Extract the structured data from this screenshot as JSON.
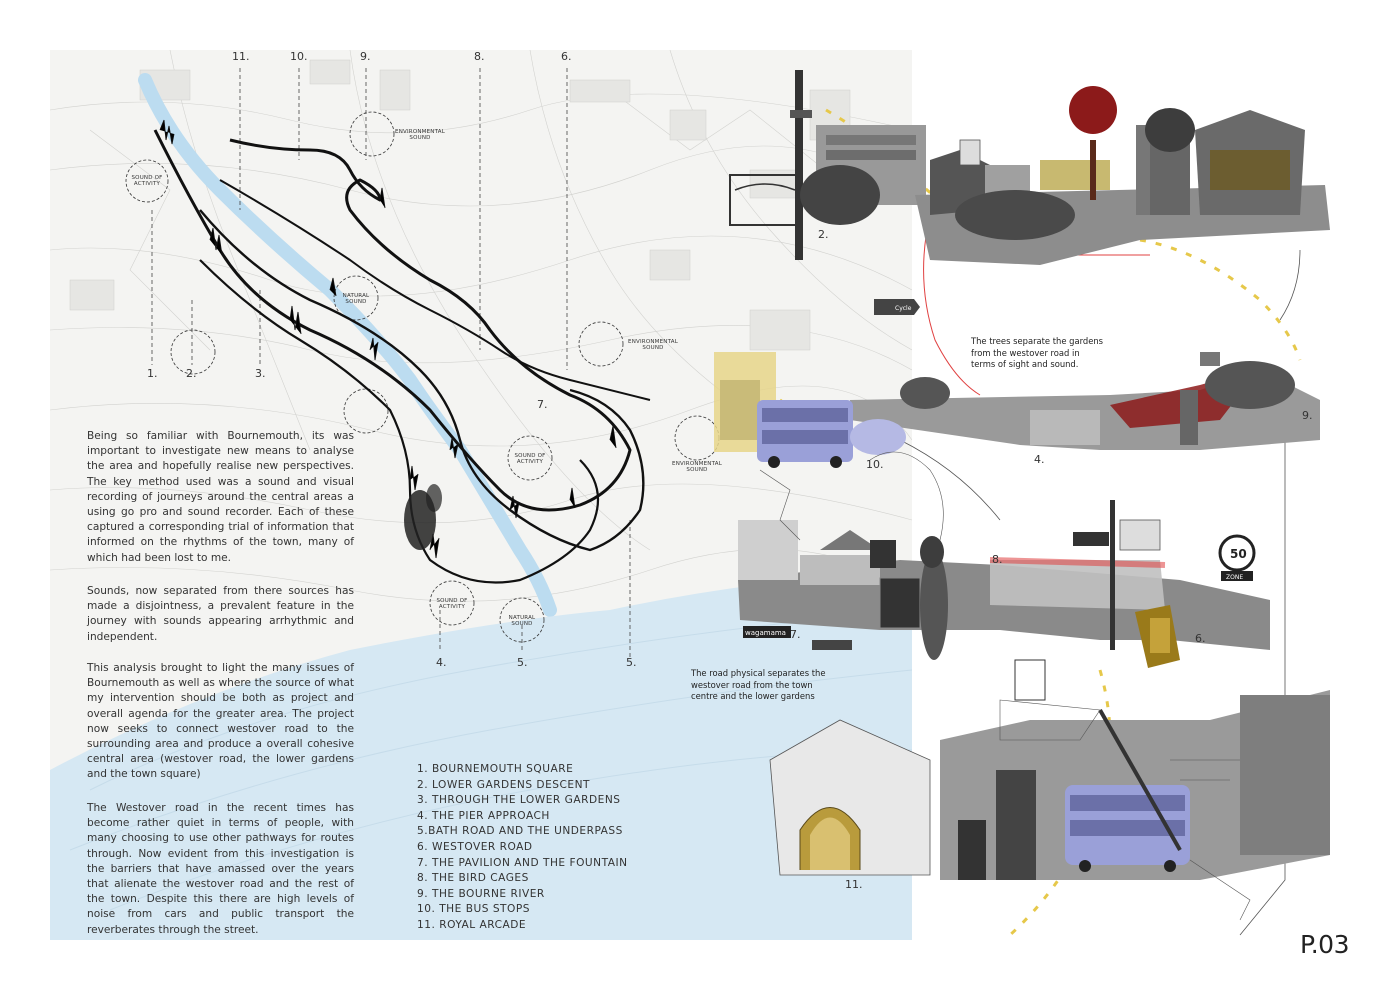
{
  "column_markers": [
    "11.",
    "10.",
    "9.",
    "8.",
    "6."
  ],
  "bottom_markers": [
    "1.",
    "2.",
    "3.",
    "4.",
    "5.",
    "5."
  ],
  "route_number_7": "7.",
  "zones": {
    "sound_of_activity_1": "SOUND OF\nACTIVITY",
    "environmental_1": "ENVIRONMENTAL\nSOUND",
    "natural_1": "NATURAL\nSOUND",
    "environmental_2": "ENVIRONMENTAL\nSOUND",
    "sound_of_activity_2": "SOUND OF\nACTIVITY",
    "environmental_3": "ENVIRONMENTAL\nSOUND",
    "sound_of_activity_3": "SOUND OF\nACTIVITY",
    "natural_2": "NATURAL\nSOUND"
  },
  "paragraphs": [
    "Being so familiar with Bournemouth, its was important to investigate new means to analyse the area and hopefully realise new perspectives. The key method used was a sound and visual recording of journeys around the central areas a using go pro and sound recorder. Each of these captured a corresponding trial of information that informed on the rhythms of the town, many of which had been lost to me.",
    "Sounds, now separated from there sources has made a disjointness, a prevalent feature in the journey with sounds appearing arrhythmic and independent.",
    "This analysis brought to light the many issues of Bournemouth as well as where the source of what my intervention should be both as project and overall agenda for the greater area. The project now seeks to connect westover road to the surrounding area and produce a overall cohesive central area (westover road, the lower gardens and the town square)",
    "The Westover road in the recent times has become rather quiet in terms of people, with many choosing to use other pathways for routes through. Now evident from this investigation is the barriers that have amassed over the years that alienate the westover road and the rest of the town. Despite this there are high levels of noise from cars and public transport the reverberates through the street."
  ],
  "legend": [
    "1. BOURNEMOUTH SQUARE",
    "2. LOWER GARDENS DESCENT",
    "3. THROUGH THE LOWER GARDENS",
    "4. THE PIER APPROACH",
    "5.BATH ROAD AND THE UNDERPASS",
    "6. WESTOVER ROAD",
    "7. THE PAVILION AND THE FOUNTAIN",
    "8. THE BIRD CAGES",
    "9. THE BOURNE RIVER",
    "10. THE BUS STOPS",
    "11. ROYAL ARCADE"
  ],
  "notes": {
    "trees": "The trees separate the gardens\nfrom the westover road in\nterms of sight and sound.",
    "road": "The road physical separates the\nwestover road from the town\ncentre and the lower gardens"
  },
  "photo_labels": {
    "p2": "2.",
    "p9": "9.",
    "p10": "10.",
    "p4": "4.",
    "p8": "8.",
    "p7": "7.",
    "p6": "6.",
    "p11": "11."
  },
  "signs": {
    "cycle": "Cycle",
    "wagamama": "wagamama",
    "speed": "50",
    "zone": "ZONE"
  },
  "page_number": "P.03",
  "colors": {
    "sea": "#d6e8f3",
    "river": "#bcdcf0",
    "highlight_yellow": "#e6c84a",
    "route_red": "#e04040",
    "bus_purple": "#9aa0d8",
    "tree_red": "#8c1a1a"
  }
}
